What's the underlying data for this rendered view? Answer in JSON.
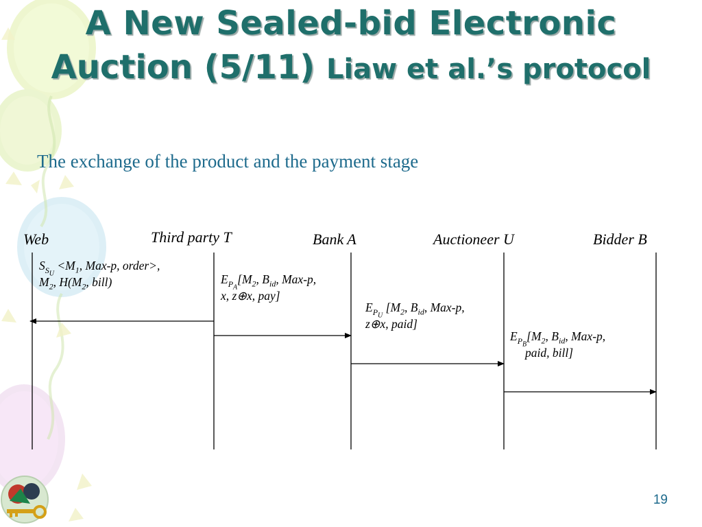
{
  "slide": {
    "title_line1": "A New Sealed-bid Electronic",
    "title_line2_main": "Auction (5/11)",
    "title_line2_sub": "Liaw et al.’s protocol",
    "subtitle": "The exchange of the product and the payment stage",
    "page_number": "19"
  },
  "participants": {
    "web": "Web",
    "third_party": "Third party T",
    "bank": "Bank A",
    "auctioneer": "Auctioneer U",
    "bidder": "Bidder B"
  },
  "messages": {
    "m1": {
      "sig": "S",
      "sig_sub": "S",
      "sig_subsub": "U",
      "body_line1_a": " <M",
      "body_line1_b": "1",
      "body_line1_c": ", Max-p, order>,",
      "line2_a": "M",
      "line2_b": "2",
      "line2_c": ", H(M",
      "line2_d": "2",
      "line2_e": ", bill)"
    },
    "m2": {
      "enc": "E",
      "key": "P",
      "key_sub": "A",
      "line1_a": "[M",
      "line1_b": "2",
      "line1_c": ", B",
      "line1_d": "id",
      "line1_e": ", Max-p,",
      "line2": "x, z⊕x, pay]"
    },
    "m3": {
      "enc": "E",
      "key": "P",
      "key_sub": "U",
      "line1_a": " [M",
      "line1_b": "2",
      "line1_c": ", B",
      "line1_d": "id",
      "line1_e": ", Max-p,",
      "line2": "z⊕x, paid]"
    },
    "m4": {
      "enc": "E",
      "key": "P",
      "key_sub": "B",
      "line1_a": "[M",
      "line1_b": "2",
      "line1_c": ", B",
      "line1_d": "id",
      "line1_e": ", Max-p,",
      "line2": "paid, bill]"
    }
  },
  "colors": {
    "title": "#1f6f6b",
    "subtitle": "#1d6a8c",
    "lines": "#000000"
  },
  "icons": [
    "balloon-decoration",
    "key-logo"
  ]
}
